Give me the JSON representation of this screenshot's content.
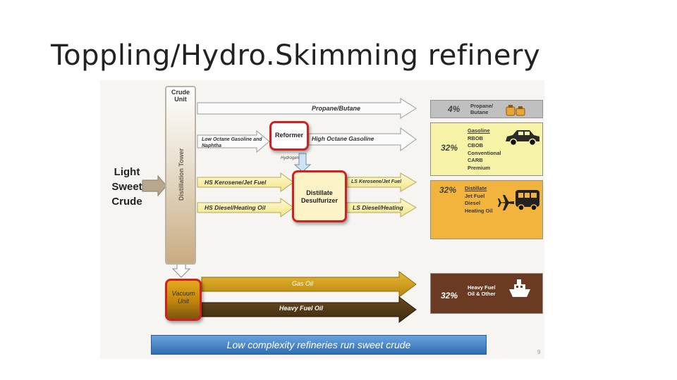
{
  "slide": {
    "title": "Toppling/Hydro.Skimming refinery"
  },
  "feed": {
    "label_line1": "Light",
    "label_line2": "Sweet",
    "label_line3": "Crude"
  },
  "units": {
    "crude_line1": "Crude",
    "crude_line2": "Unit",
    "tower_label": "Distillation Tower",
    "reformer": "Reformer",
    "desulfurizer_line1": "Distillate",
    "desulfurizer_line2": "Desulfurizer",
    "vacuum_line1": "Vacuum",
    "vacuum_line2": "Unit"
  },
  "streams": {
    "propane": "Propane/Butane",
    "low_octane_line1": "Low Octane Gasoline and",
    "low_octane_line2": "Naphtha",
    "high_octane": "High Octane Gasoline",
    "hydrogen": "Hydrogen",
    "hs_kerosene": "HS Kerosene/Jet Fuel",
    "hs_diesel": "HS Diesel/Heating Oil",
    "ls_kerosene": "LS Kerosene/Jet Fuel",
    "ls_diesel": "LS Diesel/Heating",
    "gas_oil": "Gas Oil",
    "heavy_fuel": "Heavy Fuel Oil"
  },
  "products": {
    "propane": {
      "pct": "4%",
      "line1": "Propane/",
      "line2": "Butane"
    },
    "gasoline": {
      "pct": "32%",
      "items": [
        "Gasoline",
        "RBOB",
        "CBOB",
        "Conventional",
        "CARB",
        "Premium"
      ]
    },
    "distillate": {
      "pct": "32%",
      "items": [
        "Distillate",
        "Jet Fuel",
        "Diesel",
        "Heating Oil"
      ]
    },
    "heavy": {
      "pct": "32%",
      "line1": "Heavy Fuel",
      "line2": "Oil & Other"
    }
  },
  "banner": {
    "text": "Low complexity refineries run sweet crude"
  },
  "page": {
    "number": "9"
  },
  "colors": {
    "propane_panel": "#c0c0c0",
    "gasoline_panel": "#f7f3a6",
    "distillate_panel": "#f2b43c",
    "heavy_panel": "#6b3a22",
    "unit_border": "#cc2222",
    "banner": "#2f6db3"
  },
  "icons": [
    "propane-tanks-icon",
    "car-icon",
    "airplane-icon",
    "bus-icon",
    "ship-icon"
  ]
}
